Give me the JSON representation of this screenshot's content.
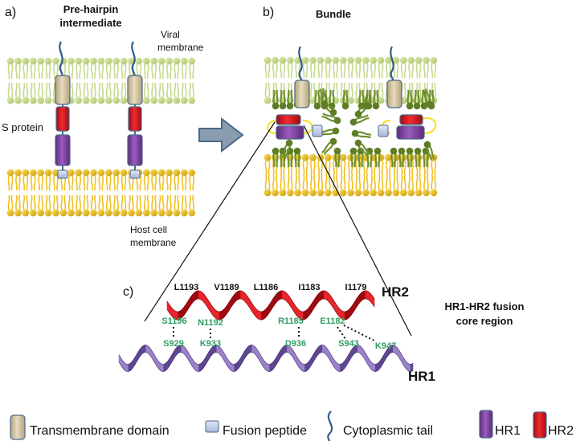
{
  "panels": {
    "a": {
      "letter": "a)",
      "title_line1": "Pre-hairpin",
      "title_line2": "intermediate",
      "viral_membrane_line1": "Viral",
      "viral_membrane_line2": "membrane",
      "s_protein": "S protein",
      "host_membrane_line1": "Host cell",
      "host_membrane_line2": "membrane"
    },
    "b": {
      "letter": "b)",
      "title": "Bundle"
    },
    "c": {
      "letter": "c)",
      "hr2_label": "HR2",
      "hr1_label": "HR1",
      "core_line1": "HR1-HR2 fusion",
      "core_line2": "core region",
      "hr2_residues": [
        "L1193",
        "V1189",
        "L1186",
        "I1183",
        "I1179"
      ],
      "hr2_contacts": [
        "S1196",
        "N1192",
        "R1185",
        "E1182"
      ],
      "hr1_contacts": [
        "S929",
        "K933",
        "D936",
        "S943",
        "K947"
      ]
    }
  },
  "legend": {
    "transmembrane": "Transmembrane domain",
    "fusion_peptide": "Fusion peptide",
    "cytoplasmic_tail": "Cytoplasmic tail",
    "hr1": "HR1",
    "hr2": "HR2"
  },
  "colors": {
    "viral_lipid": "#c5d98c",
    "host_lipid": "#f0c020",
    "fusion_lipid": "#6f8f2e",
    "transmembrane": "#cfc09a",
    "hr1": "#7a3e9d",
    "hr2": "#d8141b",
    "fusion_peptide": "#c2cbe8",
    "tail": "#2e5c8a",
    "helix_hr1": "#8b70b8",
    "contact_green": "#2e9e63"
  }
}
